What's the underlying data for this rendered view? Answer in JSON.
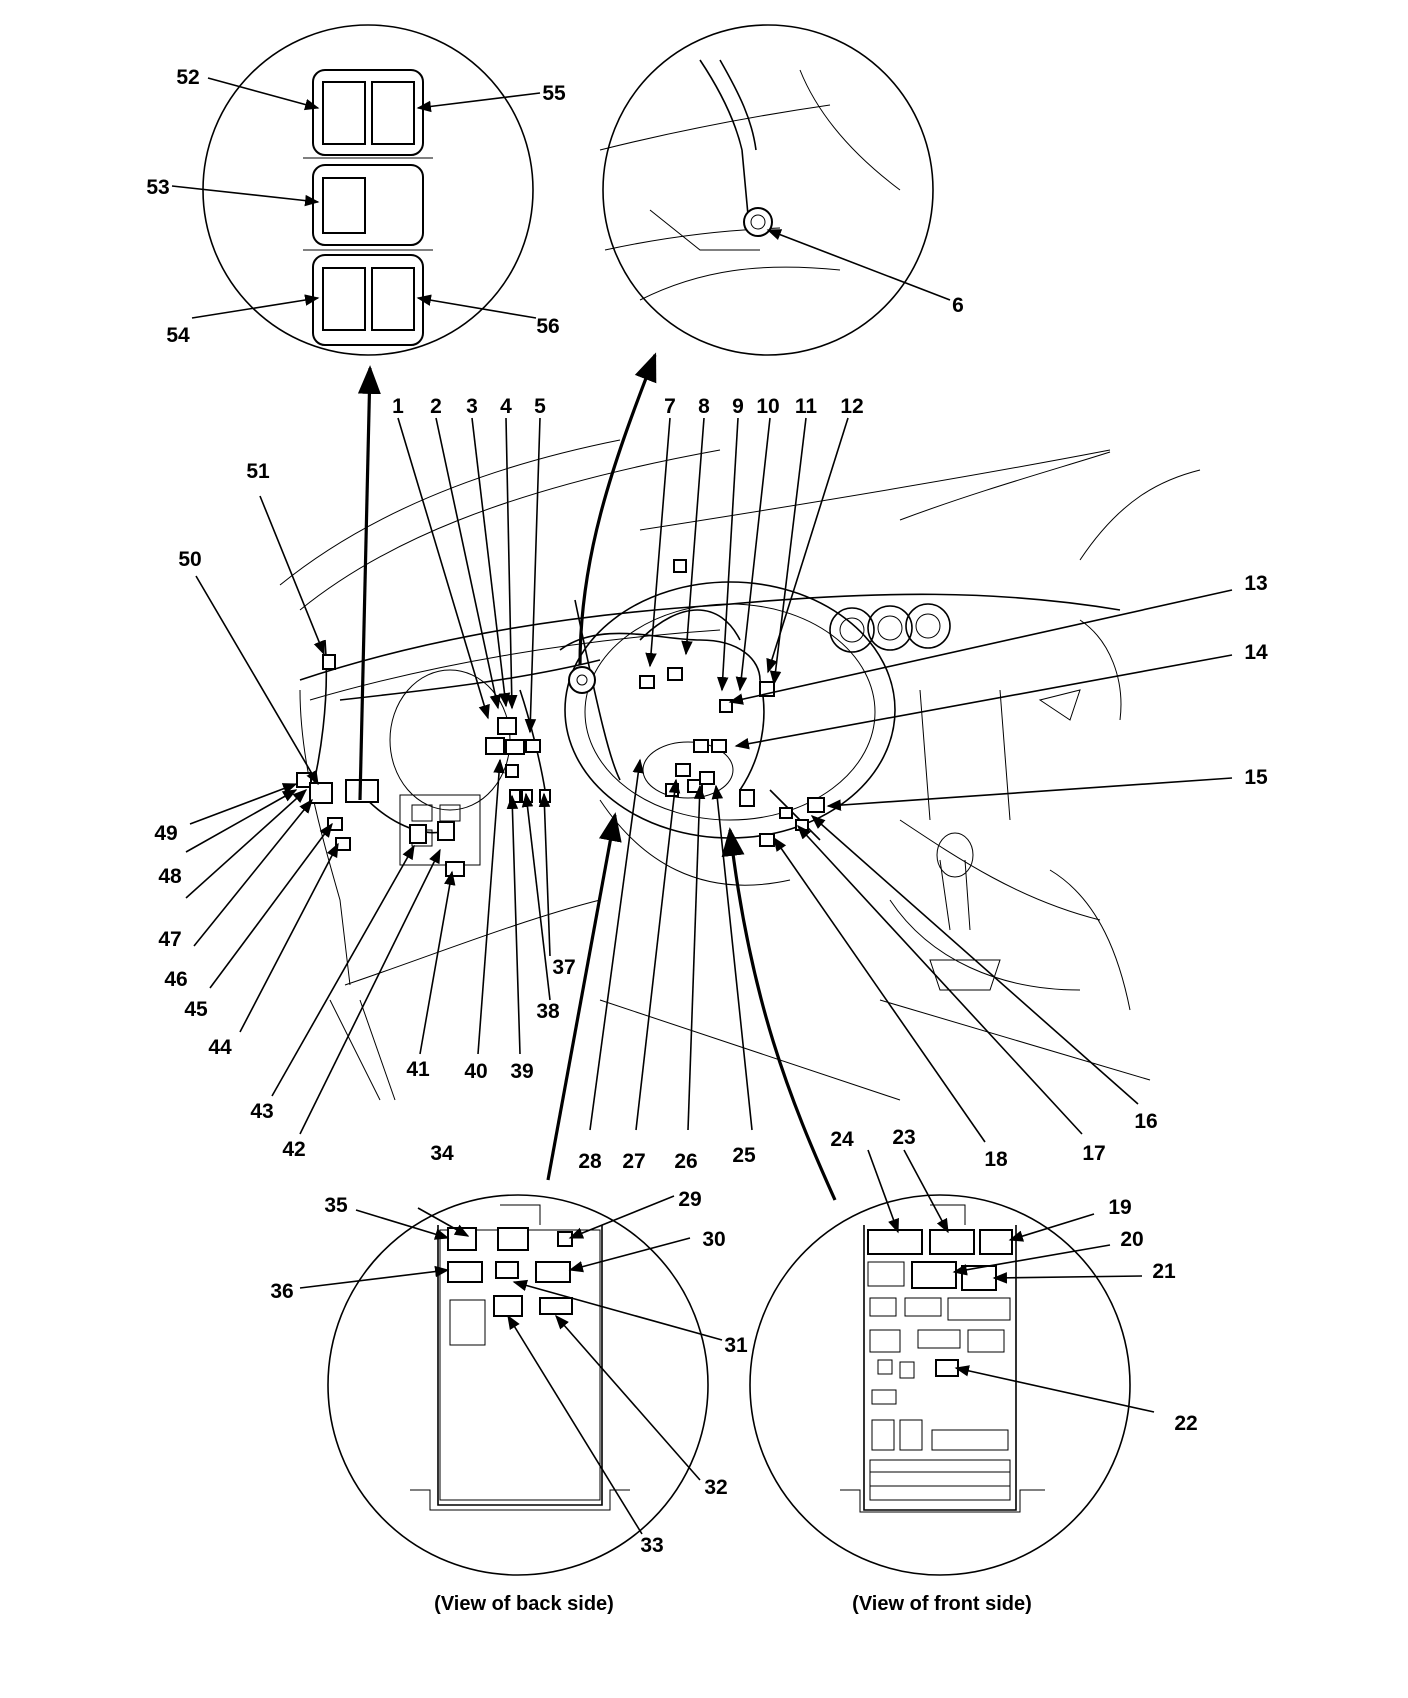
{
  "callouts": [
    {
      "id": "1",
      "text": "1"
    },
    {
      "id": "2",
      "text": "2"
    },
    {
      "id": "3",
      "text": "3"
    },
    {
      "id": "4",
      "text": "4"
    },
    {
      "id": "5",
      "text": "5"
    },
    {
      "id": "6",
      "text": "6"
    },
    {
      "id": "7",
      "text": "7"
    },
    {
      "id": "8",
      "text": "8"
    },
    {
      "id": "9",
      "text": "9"
    },
    {
      "id": "10",
      "text": "10"
    },
    {
      "id": "11",
      "text": "11"
    },
    {
      "id": "12",
      "text": "12"
    },
    {
      "id": "13",
      "text": "13"
    },
    {
      "id": "14",
      "text": "14"
    },
    {
      "id": "15",
      "text": "15"
    },
    {
      "id": "16",
      "text": "16"
    },
    {
      "id": "17",
      "text": "17"
    },
    {
      "id": "18",
      "text": "18"
    },
    {
      "id": "19",
      "text": "19"
    },
    {
      "id": "20",
      "text": "20"
    },
    {
      "id": "21",
      "text": "21"
    },
    {
      "id": "22",
      "text": "22"
    },
    {
      "id": "23",
      "text": "23"
    },
    {
      "id": "24",
      "text": "24"
    },
    {
      "id": "25",
      "text": "25"
    },
    {
      "id": "26",
      "text": "26"
    },
    {
      "id": "27",
      "text": "27"
    },
    {
      "id": "28",
      "text": "28"
    },
    {
      "id": "29",
      "text": "29"
    },
    {
      "id": "30",
      "text": "30"
    },
    {
      "id": "31",
      "text": "31"
    },
    {
      "id": "32",
      "text": "32"
    },
    {
      "id": "33",
      "text": "33"
    },
    {
      "id": "34",
      "text": "34"
    },
    {
      "id": "35",
      "text": "35"
    },
    {
      "id": "36",
      "text": "36"
    },
    {
      "id": "37",
      "text": "37"
    },
    {
      "id": "38",
      "text": "38"
    },
    {
      "id": "39",
      "text": "39"
    },
    {
      "id": "40",
      "text": "40"
    },
    {
      "id": "41",
      "text": "41"
    },
    {
      "id": "42",
      "text": "42"
    },
    {
      "id": "43",
      "text": "43"
    },
    {
      "id": "44",
      "text": "44"
    },
    {
      "id": "45",
      "text": "45"
    },
    {
      "id": "46",
      "text": "46"
    },
    {
      "id": "47",
      "text": "47"
    },
    {
      "id": "48",
      "text": "48"
    },
    {
      "id": "49",
      "text": "49"
    },
    {
      "id": "50",
      "text": "50"
    },
    {
      "id": "51",
      "text": "51"
    },
    {
      "id": "52",
      "text": "52"
    },
    {
      "id": "53",
      "text": "53"
    },
    {
      "id": "54",
      "text": "54"
    },
    {
      "id": "55",
      "text": "55"
    },
    {
      "id": "56",
      "text": "56"
    }
  ],
  "captions": {
    "back": "(View of back side)",
    "front": "(View of front side)"
  }
}
